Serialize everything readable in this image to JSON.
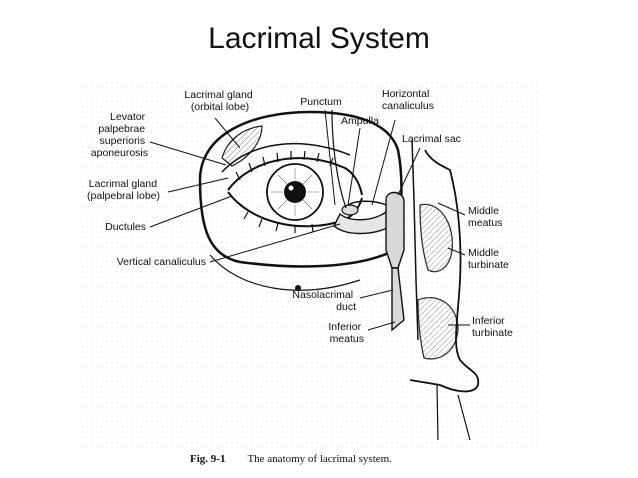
{
  "title": "Lacrimal System",
  "caption": {
    "fig": "Fig. 9-1",
    "text": "The anatomy of lacrimal system."
  },
  "labels": {
    "lacrimal_gland_orbital": [
      "Lacrimal gland",
      "(orbital lobe)"
    ],
    "punctum": [
      "Punctum"
    ],
    "horizontal_canaliculus": [
      "Horizontal",
      "canaliculus"
    ],
    "ampulla": [
      "Ampulla"
    ],
    "lacrimal_sac": [
      "Lacrimal sac"
    ],
    "levator": [
      "Levator",
      "palpebrae",
      "superioris",
      "aponeurosis"
    ],
    "lacrimal_gland_palpebral": [
      "Lacrimal gland",
      "(palpebral lobe)"
    ],
    "ductules": [
      "Ductules"
    ],
    "vertical_canaliculus": [
      "Vertical canaliculus"
    ],
    "middle_meatus": [
      "Middle",
      "meatus"
    ],
    "middle_turbinate": [
      "Middle",
      "turbinate"
    ],
    "nasolacrimal_duct": [
      "Nasolacrimal",
      "duct"
    ],
    "inferior_meatus": [
      "Inferior",
      "meatus"
    ],
    "inferior_turbinate": [
      "Inferior",
      "turbinate"
    ]
  }
}
